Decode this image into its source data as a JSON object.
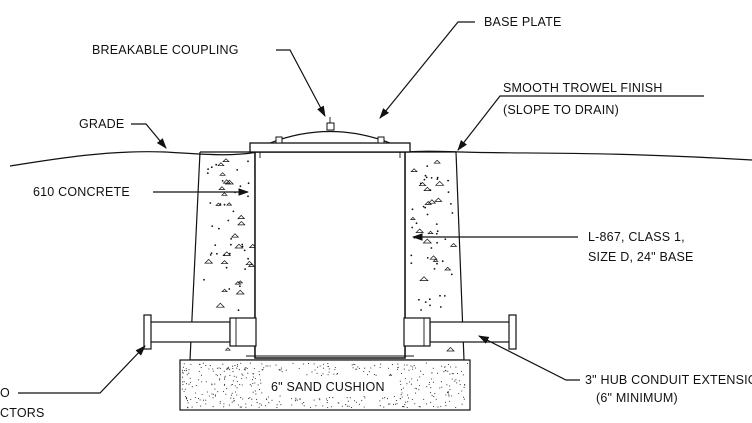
{
  "labels": {
    "base_plate": "BASE PLATE",
    "breakable_coupling": "BREAKABLE COUPLING",
    "grade": "GRADE",
    "smooth_trowel_1": "SMOOTH TROWEL FINISH",
    "smooth_trowel_2": "(SLOPE TO DRAIN)",
    "concrete": "610 CONCRETE",
    "l867_1": "L-867, CLASS 1,",
    "l867_2": "SIZE D, 24\" BASE",
    "left_cut_1": "O",
    "left_cut_2": "CTORS",
    "hub_1": "3\" HUB CONDUIT EXTENSIC",
    "hub_2": "(6\" MINIMUM)",
    "sand": "6\" SAND CUSHION"
  },
  "colors": {
    "line": "#111111",
    "background": "#ffffff"
  }
}
